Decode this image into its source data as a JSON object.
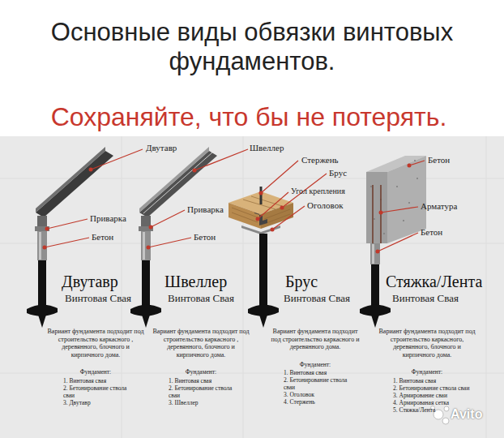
{
  "diagram": {
    "title": "Основные виды обвязки винтовых фундаментов.",
    "labels": [
      "Сохраняйте, что бы не потерять.",
      "Двутавр",
      "Швеллер",
      "Стержень",
      "Бетон",
      "Брус",
      "Угол крепления",
      "Оголовок",
      "Приварка",
      "Приварка",
      "Арматура",
      "Бетон",
      "Бетон",
      "Бетон",
      "Двутавр",
      "Винтовая Свая",
      "Швеллер",
      "Винтовая Свая",
      "Брус",
      "Винтовая Свая",
      "Стяжка/Лента",
      "Винтовая Свая",
      "Вариант фундамента подходит под строительство каркасного , деревянного, блочного и кирпичного дома.",
      "Фундамент:",
      "1. Винтовая свая",
      "2. Бетонирование ствола сваи",
      "3. Двутавр",
      "Вариант фундамента подходит под строительство каркасного , деревянного, блочного и кирпичного дома.",
      "Фундамент:",
      "1. Винтовая свая",
      "2. Бетонирование ствола сваи",
      "3. Швеллер",
      "Вариант фундамента подходит под строительство каркасного и деревянного дома.",
      "Фундамент:",
      "1. Винтовая свая",
      "2. Бетонирование ствола сваи",
      "3. Оголовок",
      "4. Стержень",
      "Вариант фундамента подходит под строительство каркасного, деревянного, блочного и кирпичного дома.",
      "Фундамент:",
      "1. Винтовая свая",
      "2. Бетонирование ствола сваи",
      "3. Армирование сваи",
      "4. Армированая сетка",
      "5. Стяжка/Лента",
      "Avito"
    ]
  }
}
